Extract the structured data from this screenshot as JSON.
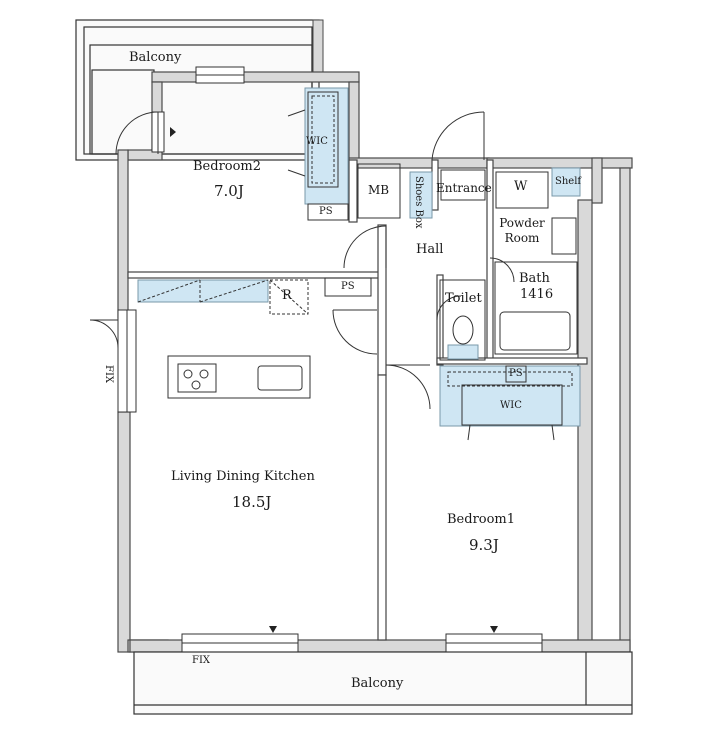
{
  "colors": {
    "wall": "#4a4a4a",
    "wall_fill": "#d9d9d9",
    "storage": "#cfe6f3",
    "storage_line": "#7a98aa",
    "line": "#333333"
  },
  "rooms": {
    "balcony_top": "Balcony",
    "bedroom2": "Bedroom2",
    "bedroom2_size": "7.0J",
    "wic_top": "WIC",
    "ps_top": "PS",
    "mb": "MB",
    "shoes_box": "Shoes Box",
    "entrance": "Entrance",
    "w": "W",
    "shelf": "Shelf",
    "powder_room": "Powder Room",
    "hall": "Hall",
    "bath": "Bath",
    "bath_size": "1416",
    "toilet": "Toilet",
    "r": "R",
    "ps_mid": "PS",
    "ps_right": "PS",
    "wic_right": "WIC",
    "ldk": "Living Dining Kitchen",
    "ldk_size": "18.5J",
    "bedroom1": "Bedroom1",
    "bedroom1_size": "9.3J",
    "fix_left": "FIX",
    "fix_bottom": "FIX",
    "balcony_bottom": "Balcony"
  }
}
